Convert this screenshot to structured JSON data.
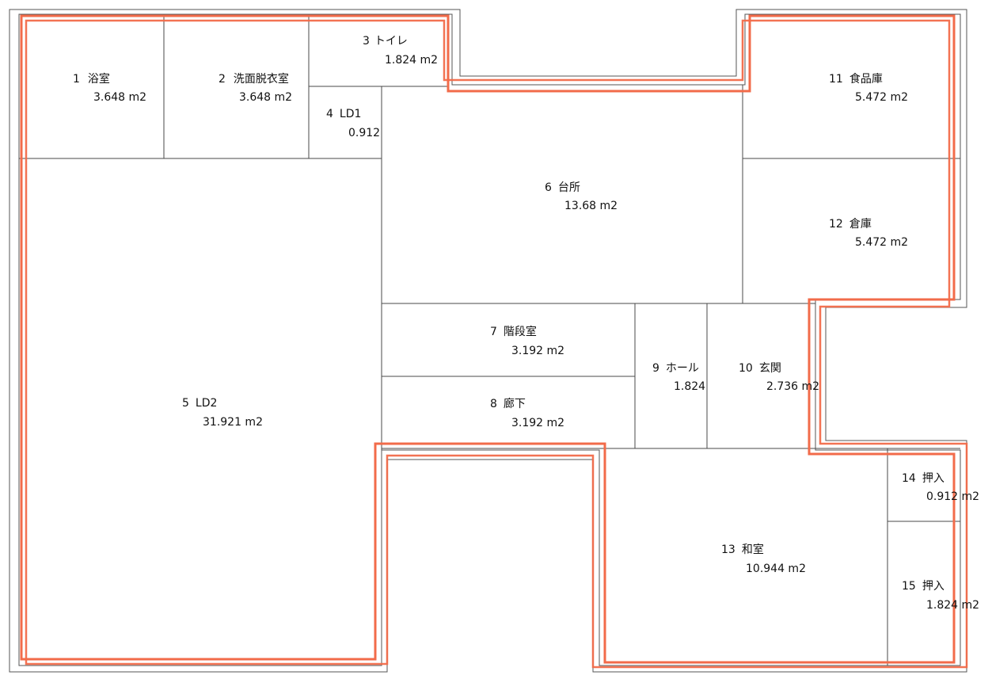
{
  "colors": {
    "background": "#ffffff",
    "room_line": "#4a4a4a",
    "wall_line": "#555555",
    "highlight_outline": "#f26b4a"
  },
  "rooms": [
    {
      "id": "1",
      "name": "浴室",
      "area": "3.648 m2"
    },
    {
      "id": "2",
      "name": "洗面脱衣室",
      "area": "3.648 m2"
    },
    {
      "id": "3",
      "name": "トイレ",
      "area": "1.824 m2"
    },
    {
      "id": "4",
      "name": "LD1",
      "area": "0.912"
    },
    {
      "id": "5",
      "name": "LD2",
      "area": "31.921 m2"
    },
    {
      "id": "6",
      "name": "台所",
      "area": "13.68 m2"
    },
    {
      "id": "7",
      "name": "階段室",
      "area": "3.192 m2"
    },
    {
      "id": "8",
      "name": "廊下",
      "area": "3.192 m2"
    },
    {
      "id": "9",
      "name": "ホール",
      "area": "1.824"
    },
    {
      "id": "10",
      "name": "玄関",
      "area": "2.736 m2"
    },
    {
      "id": "11",
      "name": "食品庫",
      "area": "5.472 m2"
    },
    {
      "id": "12",
      "name": "倉庫",
      "area": "5.472 m2"
    },
    {
      "id": "13",
      "name": "和室",
      "area": "10.944 m2"
    },
    {
      "id": "14",
      "name": "押入",
      "area": "0.912 m2"
    },
    {
      "id": "15",
      "name": "押入",
      "area": "1.824 m2"
    }
  ]
}
